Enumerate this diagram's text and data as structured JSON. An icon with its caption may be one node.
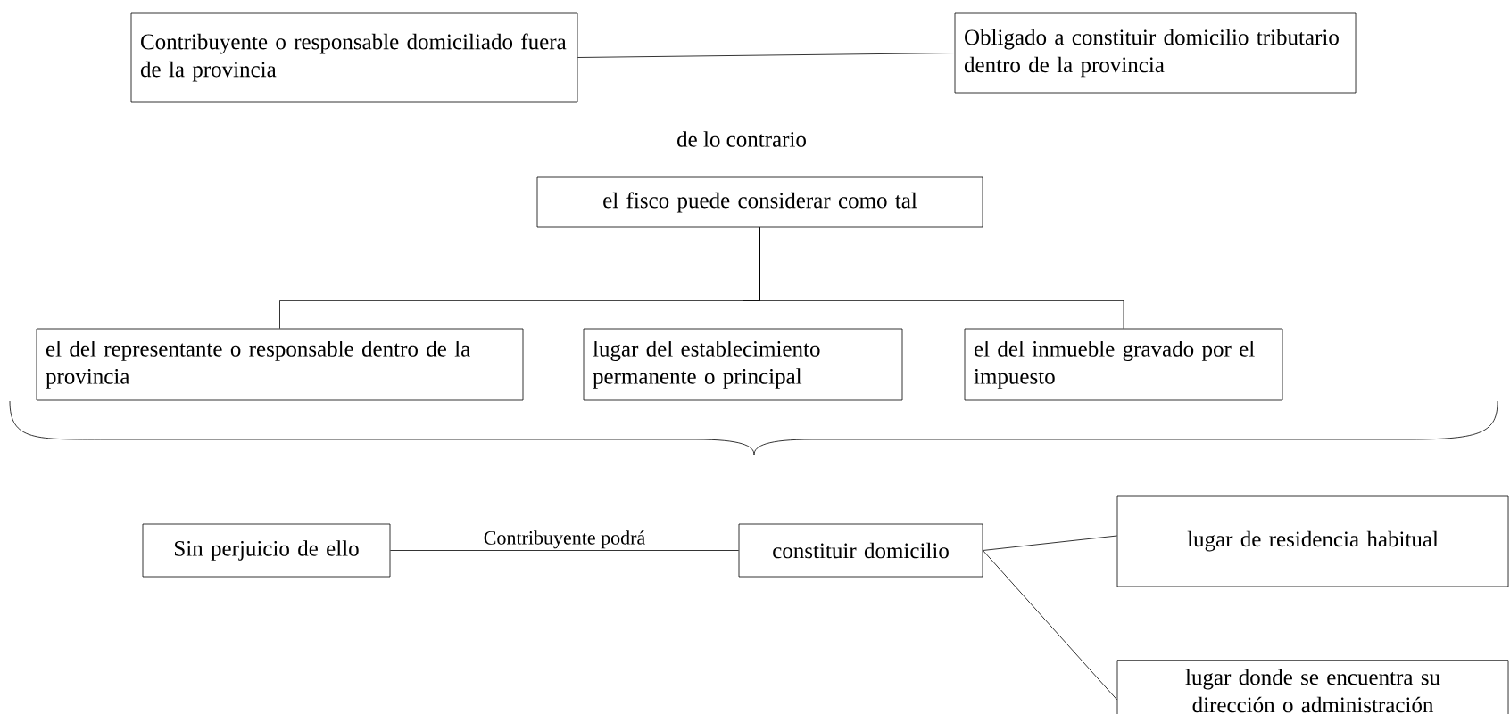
{
  "diagram": {
    "nodes": [
      {
        "text": [
          "Contribuyente o responsable domiciliado fuera de la provincia"
        ]
      },
      {
        "text": [
          "Obligado a constituir domicilio tributario dentro de la provincia"
        ]
      },
      {
        "text": [
          "el fisco puede considerar como tal"
        ]
      },
      {
        "text": [
          "el del representante o responsable dentro de la provincia"
        ]
      },
      {
        "text": [
          "lugar del establecimiento permanente o principal"
        ]
      },
      {
        "text": [
          "el del inmueble gravado por el impuesto"
        ]
      },
      {
        "text": [
          "Sin perjuicio de ello"
        ]
      },
      {
        "text": [
          "constituir domicilio"
        ]
      },
      {
        "text": [
          "lugar de residencia habitual"
        ]
      },
      {
        "text": [
          "lugar donde se encuentra su dirección o administración"
        ]
      }
    ],
    "edges": [
      {
        "from": 0,
        "to": 1,
        "arrow": "none"
      },
      {
        "from": 2,
        "to": 3,
        "arrow": "none"
      },
      {
        "from": 2,
        "to": 4,
        "arrow": "none"
      },
      {
        "from": 2,
        "to": 5,
        "arrow": "none"
      },
      {
        "from": 6,
        "to": 7,
        "arrow": "none",
        "label": "Contribuyente podrá"
      },
      {
        "from": 7,
        "to": 8,
        "arrow": "none"
      },
      {
        "from": 7,
        "to": 9,
        "arrow": "none"
      }
    ],
    "labels": [
      "de lo contrario"
    ]
  }
}
